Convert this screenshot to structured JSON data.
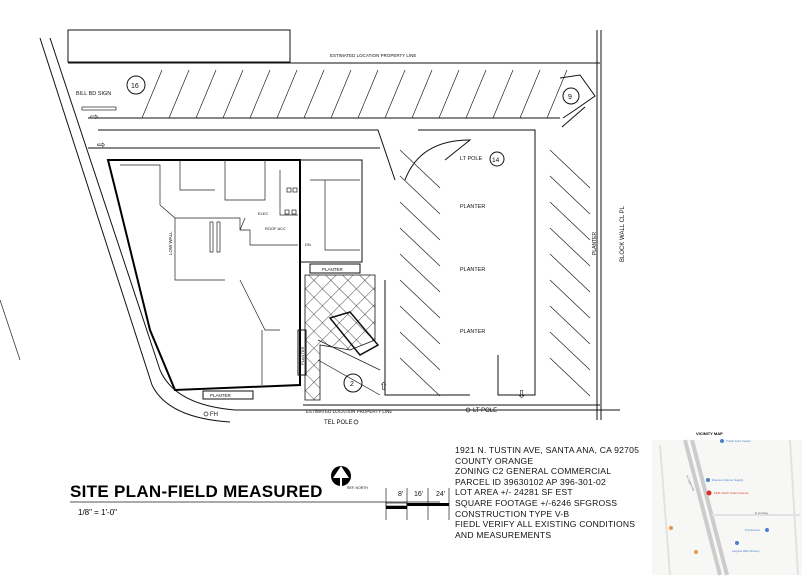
{
  "title_block": {
    "title": "SITE PLAN-FIELD MEASURED",
    "scale": "1/8\" = 1'-0\"",
    "north_label": "REF. NORTH",
    "scale_bar_ticks": [
      "8'",
      "16'",
      "24'"
    ]
  },
  "notes": [
    "1921 N. TUSTIN AVE, SANTA ANA, CA 92705",
    "COUNTY   ORANGE",
    "ZONING   C2 GENERAL COMMERCIAL",
    "PARCEL ID 39630102   AP   396-301-02",
    "LOT AREA +/-  24281  SF   EST",
    "SQUARE FOOTAGE +/-6246 SFGROSS",
    "CONSTRUCTION TYPE V-B",
    "FIEDL VERIFY ALL EXISTING CONDITIONS",
    "AND MEASUREMENTS"
  ],
  "plan_labels": {
    "property_line_top": "ESTIMATED LOCATION PROPERTY LINE",
    "property_line_bottom": "ESTIMATED LOCATION PROPERTY LINE",
    "billboard_sign": "BILL BD SIGN",
    "lt_pole_top": "LT POLE",
    "lt_pole_bottom": "LT POLE",
    "tel_pole": "TEL POLE",
    "fire_hydrant": "FH",
    "block_wall": "BLOCK WALL CL PL",
    "planter": "PLANTER",
    "low_wall": "LOW WALL",
    "elec": "ELEC",
    "roof_acc": "ROOF ACC",
    "dn": "DN",
    "parking_counts": [
      "16",
      "9",
      "14",
      "2"
    ]
  },
  "vicinity_map": {
    "title": "VICINITY MAP",
    "pin_label": "1921 North Tustin Avenue",
    "places": [
      "Tustin Auto Center",
      "Discount Dance Supply",
      "Ponderosa",
      "Laguna Hills Nursery"
    ],
    "streets": [
      "N Tustin Ave",
      "E Lindsay"
    ],
    "pin_color": "#d93025",
    "place_color": "#4a80c8"
  }
}
